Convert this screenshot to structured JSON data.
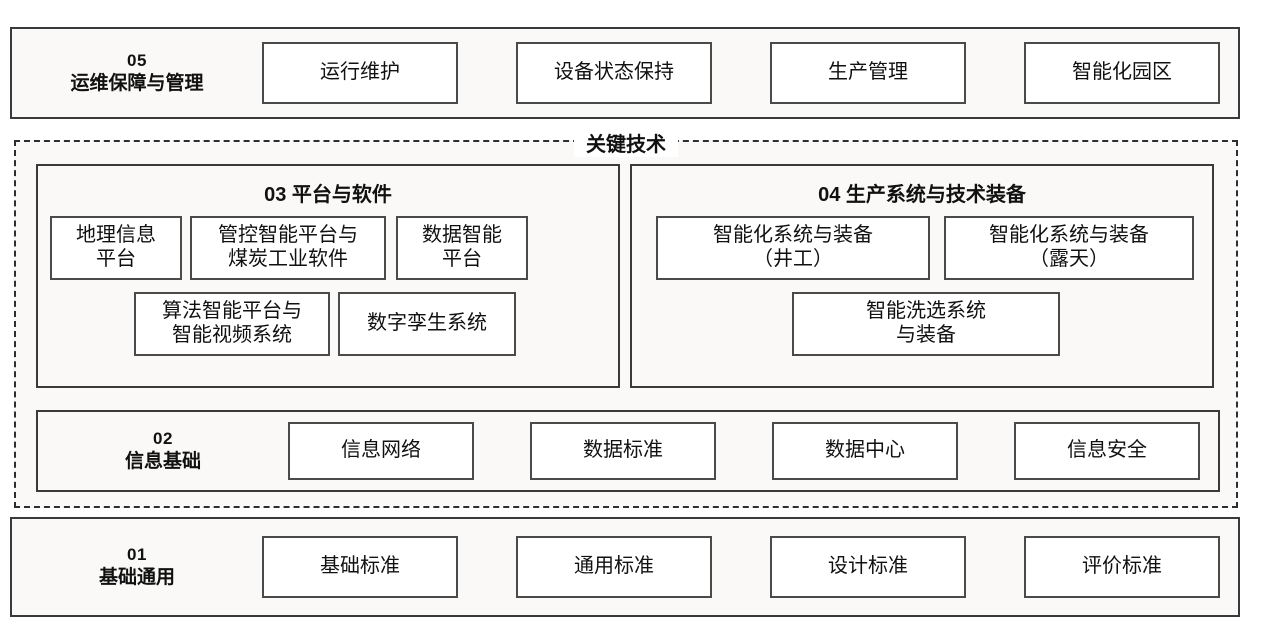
{
  "diagram": {
    "key_tech_label": "关键技术",
    "layers": [
      {
        "id": "05",
        "number": "05",
        "name": "运维保障与管理",
        "items": [
          "运行维护",
          "设备状态保持",
          "生产管理",
          "智能化园区"
        ]
      },
      {
        "id": "02",
        "number": "02",
        "name": "信息基础",
        "items": [
          "信息网络",
          "数据标准",
          "数据中心",
          "信息安全"
        ]
      },
      {
        "id": "01",
        "number": "01",
        "name": "基础通用",
        "items": [
          "基础标准",
          "通用标准",
          "设计标准",
          "评价标准"
        ]
      }
    ],
    "groups": [
      {
        "id": "03",
        "title": "03 平台与软件",
        "items": [
          "地理信息\n平台",
          "管控智能平台与\n煤炭工业软件",
          "数据智能\n平台",
          "算法智能平台与\n智能视频系统",
          "数字孪生系统"
        ]
      },
      {
        "id": "04",
        "title": "04 生产系统与技术装备",
        "items": [
          "智能化系统与装备\n（井工）",
          "智能化系统与装备\n（露天）",
          "智能洗选系统\n与装备"
        ]
      }
    ]
  },
  "colors": {
    "page_background": "#ffffff",
    "band_background": "#faf9f7",
    "box_background": "#ffffff",
    "band_border": "#3a3a3a",
    "box_border": "#4a4a4a",
    "dashed_border": "#2e2e2e",
    "text": "#111111"
  }
}
